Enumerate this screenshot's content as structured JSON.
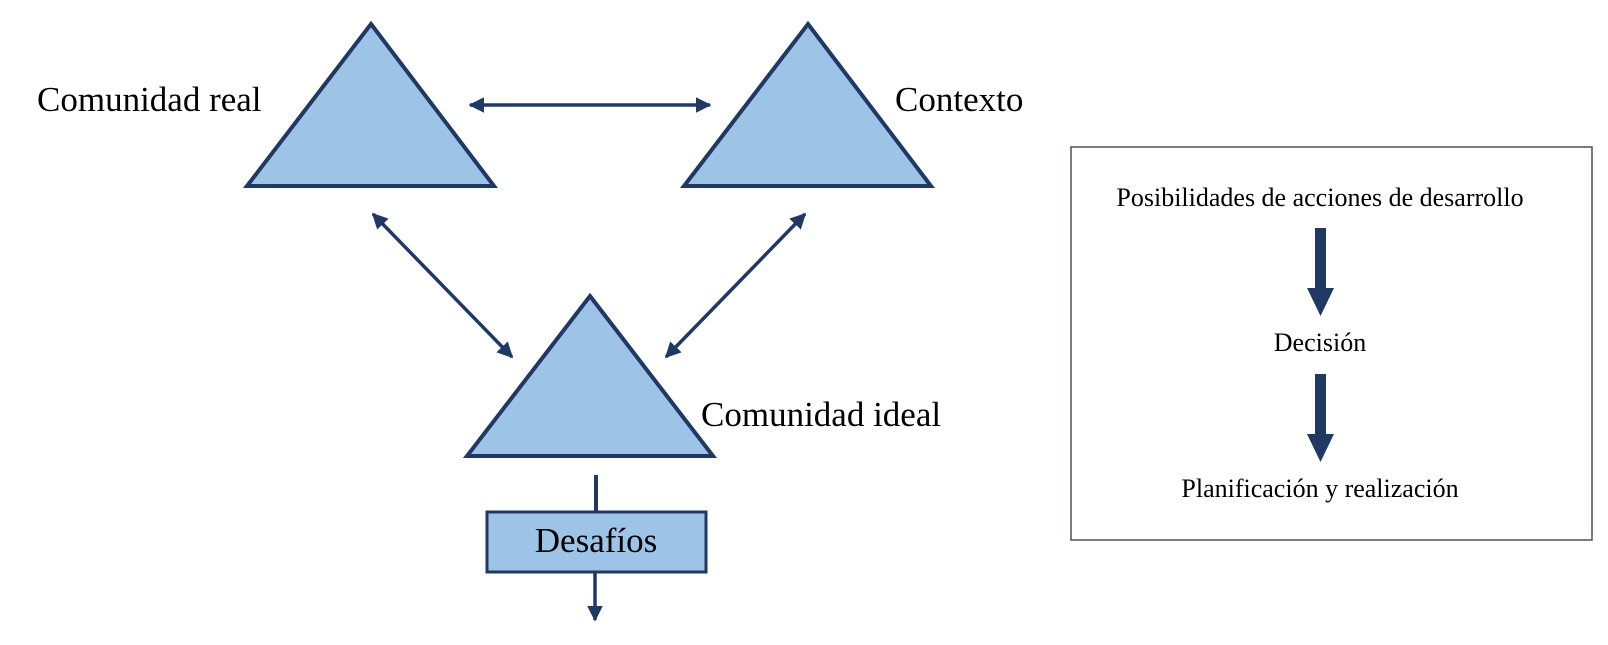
{
  "diagram": {
    "nodes": {
      "comunidad_real": "Comunidad real",
      "contexto": "Contexto",
      "comunidad_ideal": "Comunidad ideal",
      "desafios": "Desafíos"
    },
    "process_box": {
      "steps": [
        "Posibilidades de acciones de desarrollo",
        "Decisión",
        "Planificación y realización"
      ]
    }
  },
  "colors": {
    "shape_fill": "#9dc3e6",
    "stroke": "#1f3864",
    "box_border": "#44546a",
    "text": "#000000"
  }
}
